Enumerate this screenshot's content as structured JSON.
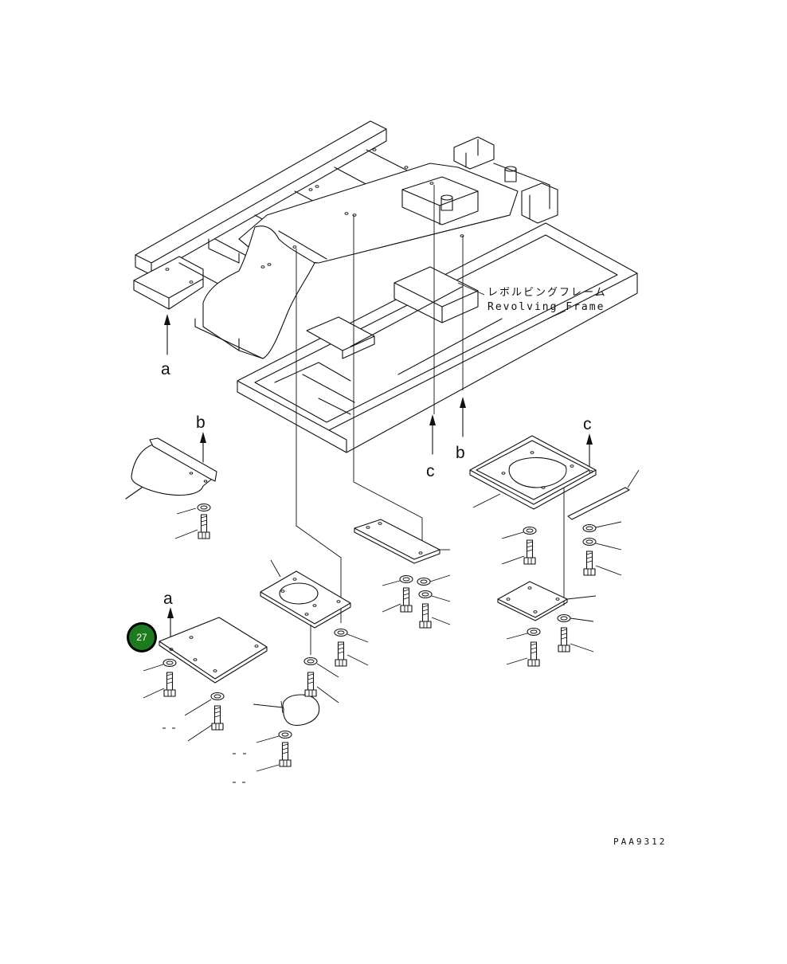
{
  "frame": {
    "label_jp": "レボルビングフレーム",
    "label_en": "Revolving Frame"
  },
  "arrow_labels": {
    "a_top": "a",
    "a_bottom": "a",
    "b_left": "b",
    "b_right": "b",
    "c_left": "c",
    "c_right": "c"
  },
  "callouts": [
    {
      "number": "27",
      "color": "#1e7a1e"
    }
  ],
  "drawing_code": "PAA9312"
}
